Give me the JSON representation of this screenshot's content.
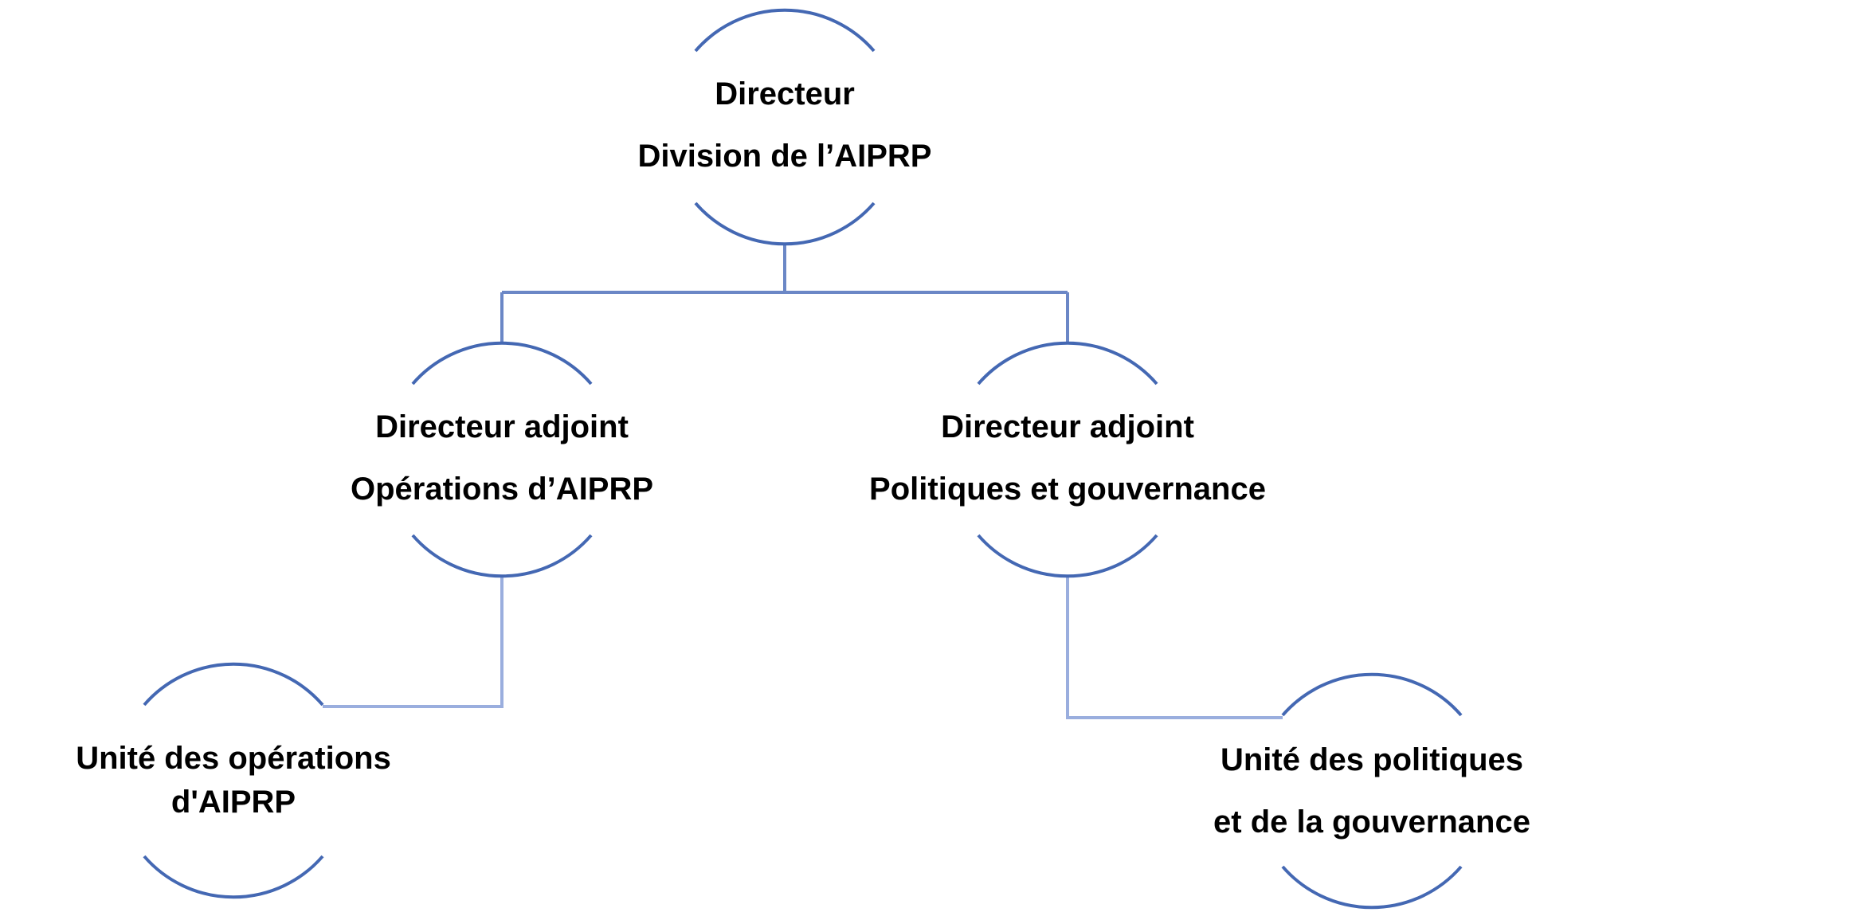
{
  "colors": {
    "arc": "#4468b3",
    "connector_top": "#6b87c6",
    "connector_lower": "#9aaede",
    "text": "#000000"
  },
  "nodes": {
    "director": {
      "line1": "Directeur",
      "line2": "Division de l’AIPRP"
    },
    "deputy_operations": {
      "line1": "Directeur adjoint",
      "line2": "Opérations d’AIPRP"
    },
    "deputy_policy": {
      "line1": "Directeur adjoint",
      "line2": "Politiques et gouvernance"
    },
    "unit_operations": {
      "line1": "Unité des opérations",
      "line2": "d'AIPRP"
    },
    "unit_policy": {
      "line1": "Unité des politiques",
      "line2": "et de la gouvernance"
    }
  }
}
